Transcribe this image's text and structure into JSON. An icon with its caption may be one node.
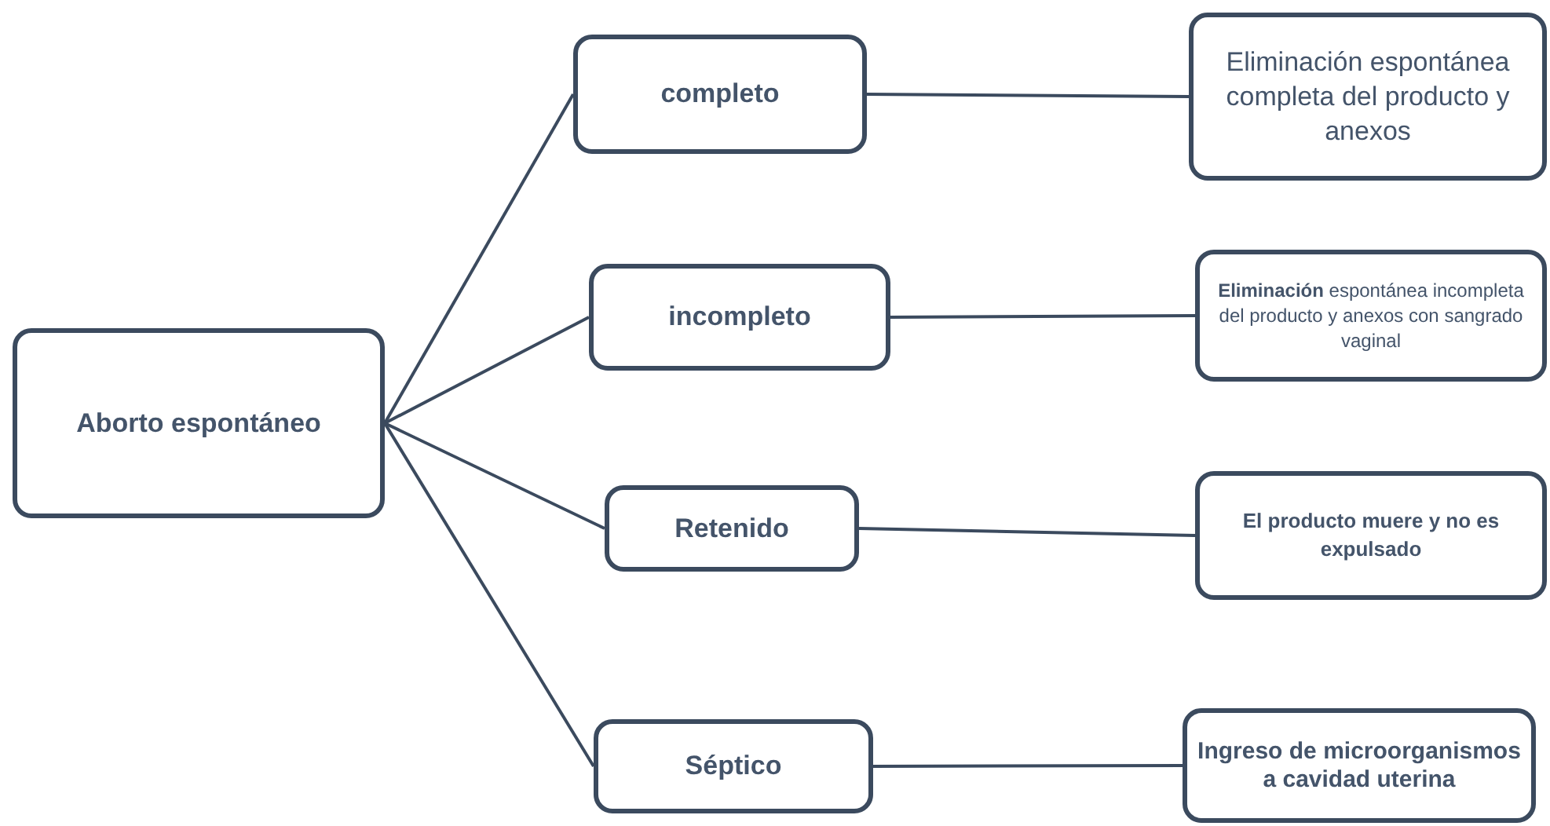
{
  "diagram": {
    "nodes": [
      {
        "text": [
          "Aborto espontáneo"
        ]
      },
      {
        "text": [
          "completo"
        ]
      },
      {
        "text": [
          "incompleto"
        ]
      },
      {
        "text": [
          "Retenido"
        ]
      },
      {
        "text": [
          "Séptico"
        ]
      },
      {
        "text": [
          "Eliminación espontánea completa del producto y anexos"
        ]
      },
      {
        "text": [
          "**Eliminación** espontánea incompleta del producto y anexos con sangrado vaginal"
        ]
      },
      {
        "text": [
          "El producto muere y no es expulsado"
        ]
      },
      {
        "text": [
          "Ingreso de microorganismos a cavidad uterina"
        ]
      }
    ],
    "edges": [
      {
        "from": 0,
        "to": 1,
        "arrow": "none"
      },
      {
        "from": 0,
        "to": 2,
        "arrow": "none"
      },
      {
        "from": 0,
        "to": 3,
        "arrow": "none"
      },
      {
        "from": 0,
        "to": 4,
        "arrow": "none"
      },
      {
        "from": 1,
        "to": 5,
        "arrow": "none"
      },
      {
        "from": 2,
        "to": 6,
        "arrow": "none"
      },
      {
        "from": 3,
        "to": 7,
        "arrow": "none"
      },
      {
        "from": 4,
        "to": 8,
        "arrow": "none"
      }
    ]
  }
}
